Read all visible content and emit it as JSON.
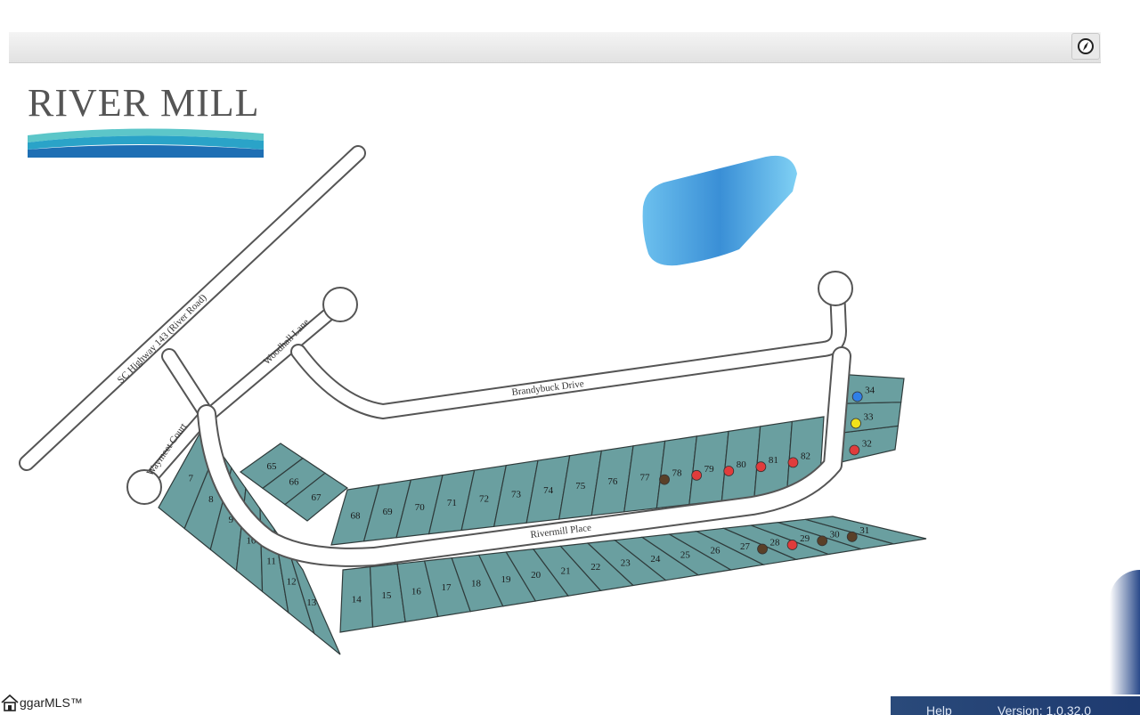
{
  "logo": {
    "title": "RIVER MILL"
  },
  "roads": {
    "highway": "SC Highway 143 (River Road)",
    "woodhall": "Woodhall Lane",
    "brandybuck": "Brandybuck Drive",
    "waymeet": "Waymeet Court",
    "rivermill": "Rivermill Place"
  },
  "lots": {
    "outer": [
      "7",
      "8",
      "9",
      "10",
      "11",
      "12",
      "13"
    ],
    "upper_left": [
      "65",
      "66",
      "67"
    ],
    "upper_row": [
      "68",
      "69",
      "70",
      "71",
      "72",
      "73",
      "74",
      "75",
      "76",
      "77",
      "78",
      "79",
      "80",
      "81",
      "82"
    ],
    "lower_row": [
      "14",
      "15",
      "16",
      "17",
      "18",
      "19",
      "20",
      "21",
      "22",
      "23",
      "24",
      "25",
      "26",
      "27",
      "28",
      "29",
      "30",
      "31"
    ],
    "east": [
      "32",
      "33",
      "34"
    ]
  },
  "markers": [
    {
      "lot": "78",
      "status": "brown"
    },
    {
      "lot": "79",
      "status": "red"
    },
    {
      "lot": "80",
      "status": "red"
    },
    {
      "lot": "81",
      "status": "red"
    },
    {
      "lot": "82",
      "status": "red"
    },
    {
      "lot": "28",
      "status": "brown"
    },
    {
      "lot": "29",
      "status": "red"
    },
    {
      "lot": "30",
      "status": "brown"
    },
    {
      "lot": "31",
      "status": "brown"
    },
    {
      "lot": "32",
      "status": "red"
    },
    {
      "lot": "33",
      "status": "yellow"
    },
    {
      "lot": "34",
      "status": "blue"
    }
  ],
  "colors": {
    "lot_fill": "#6a9fa0",
    "pond": "#4aa3e0",
    "red": "#e03c3c",
    "brown": "#5a4028",
    "yellow": "#f2e21a",
    "blue": "#2f7fe6"
  },
  "footer": {
    "help": "Help",
    "version": "Version: 1.0.32.0"
  },
  "watermark": {
    "brand": "ggarMLS™"
  },
  "icons": {
    "compass": "compass-icon",
    "house": "house-icon"
  }
}
